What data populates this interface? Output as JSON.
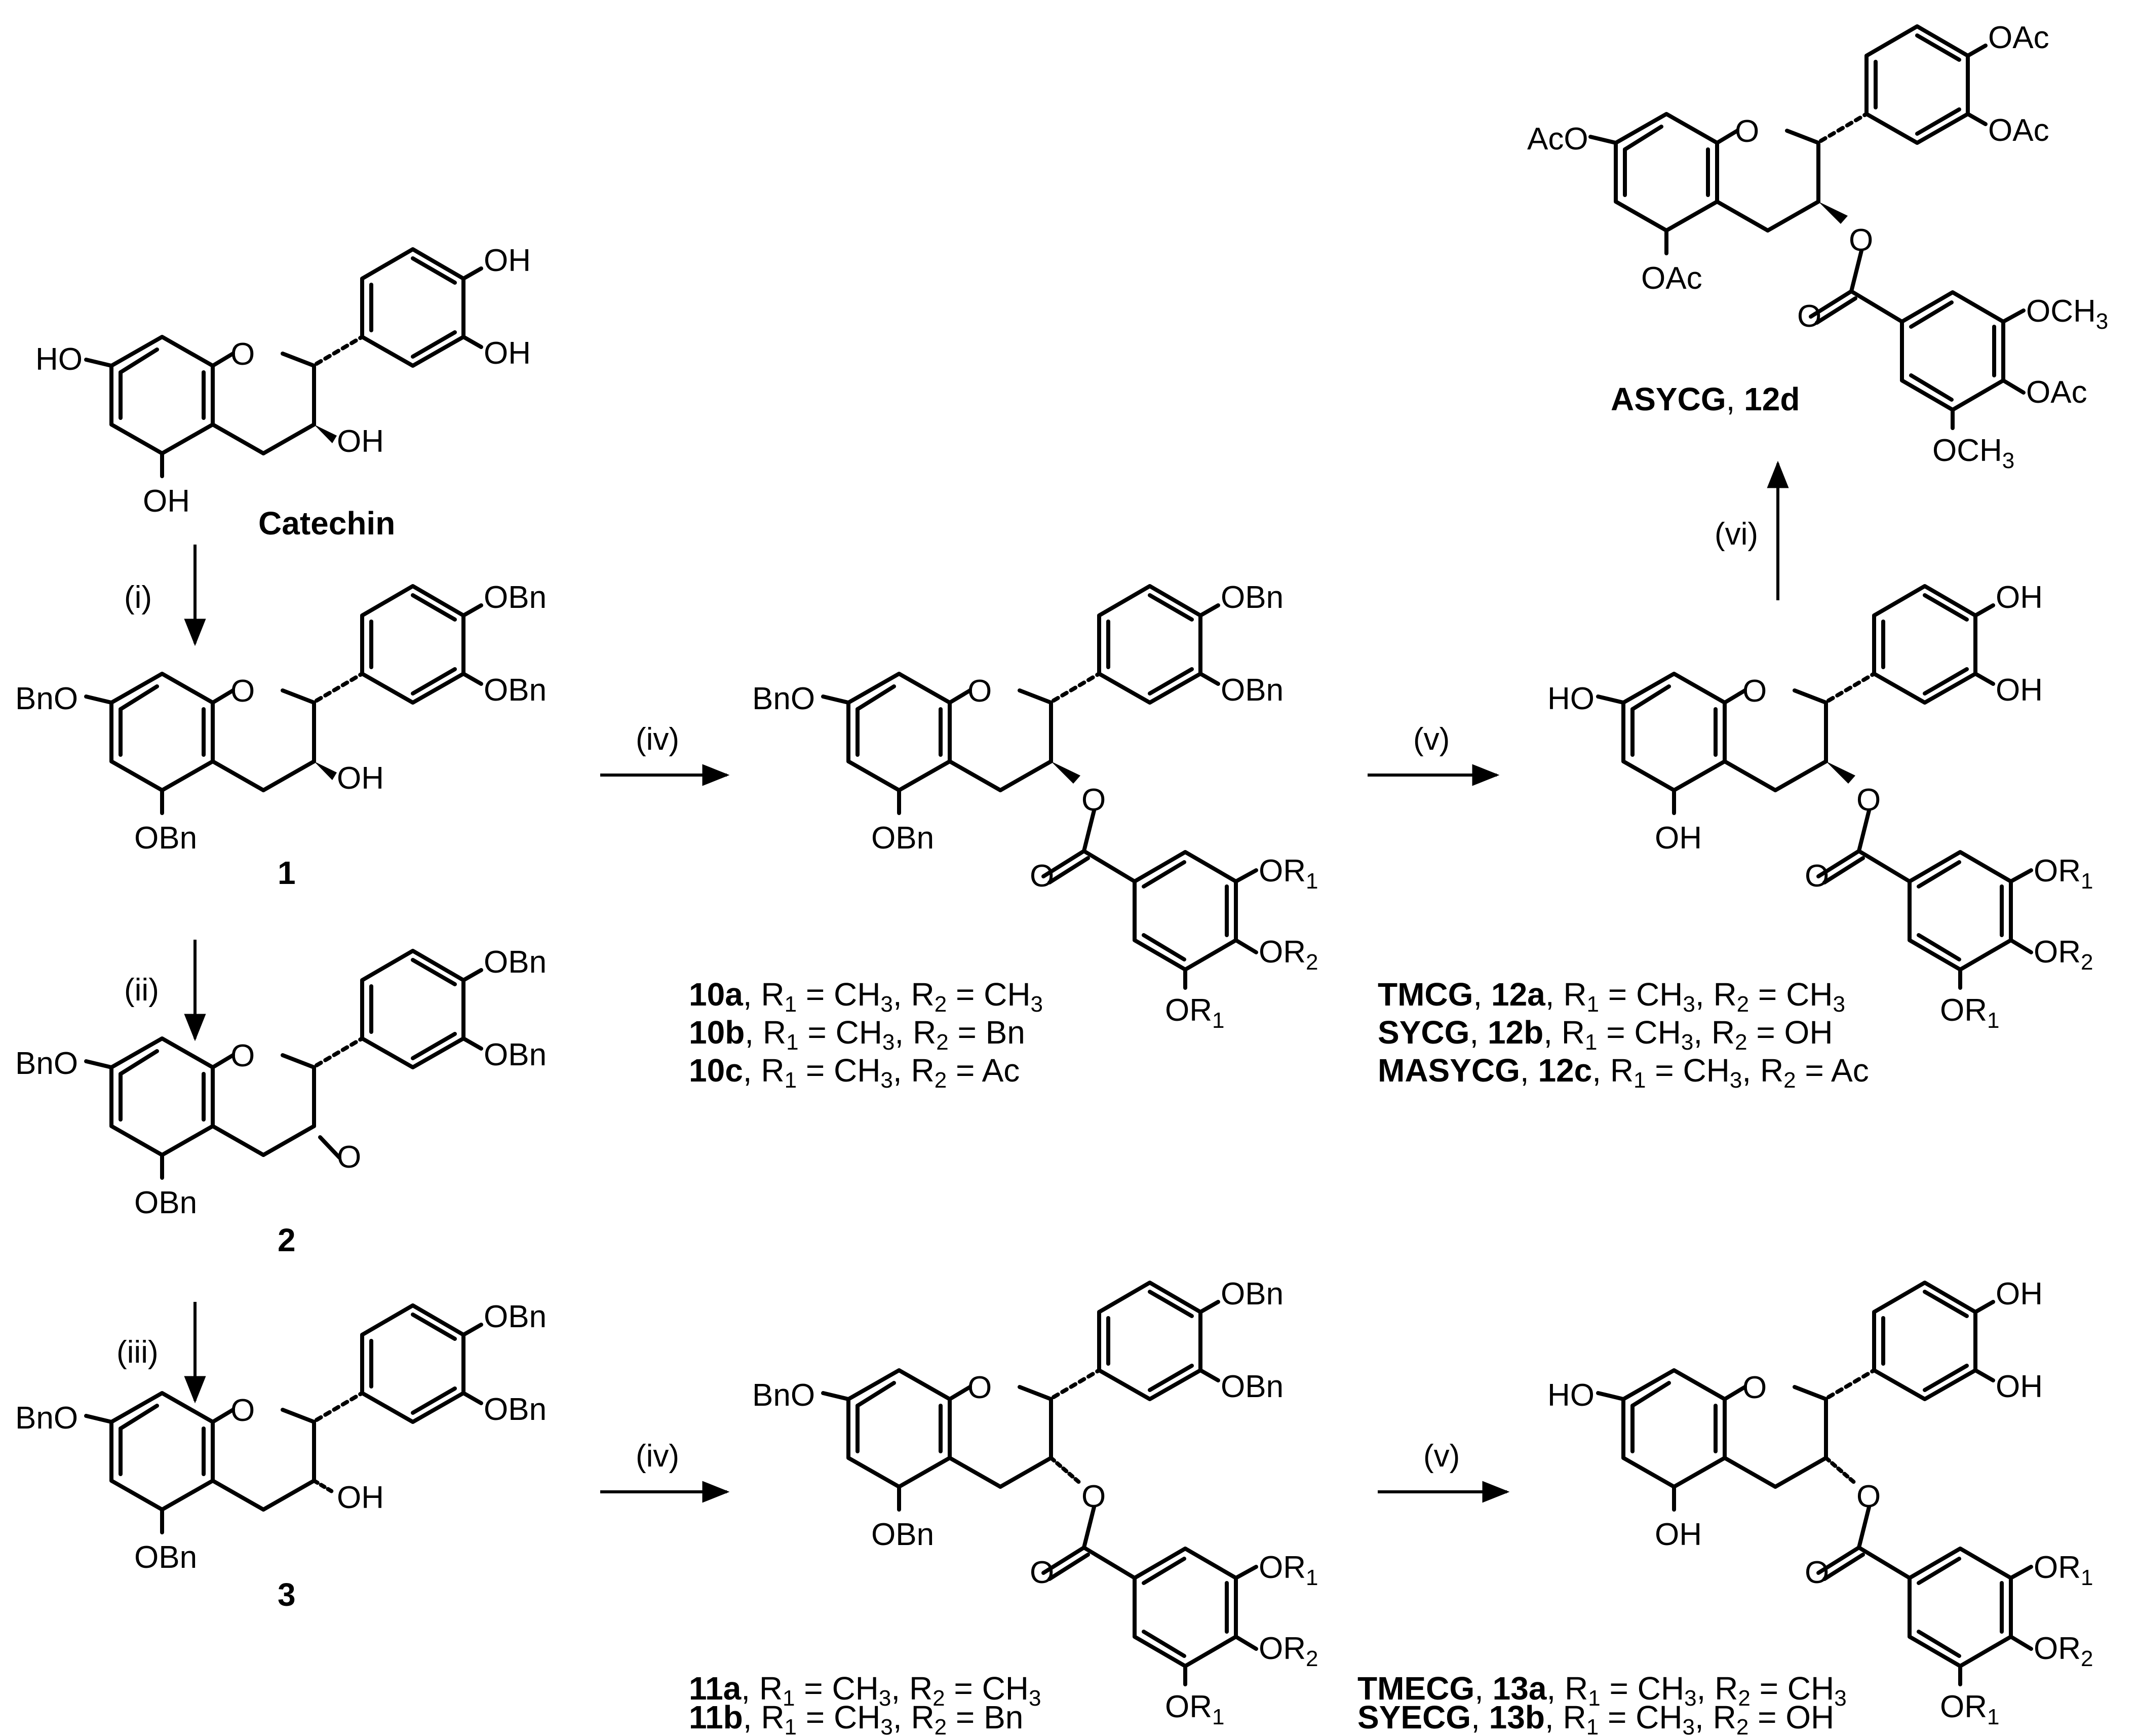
{
  "atoms": {
    "ho": "HO",
    "oh": "OH",
    "o": "O",
    "bno": "BnO",
    "obn": "OBn",
    "or": "OR",
    "r1": "1",
    "r2": "2",
    "aco": "AcO",
    "oac": "OAc",
    "och3": "OCH",
    "three": "3"
  },
  "compounds": {
    "catechin": "Catechin",
    "c1": "1",
    "c2": "2",
    "c3": "3",
    "c10a": "10a",
    "c10b": "10b",
    "c10c": "10c",
    "c11a": "11a",
    "c11b": "11b",
    "tmcg": "TMCG",
    "c12a": "12a",
    "sycg": "SYCG",
    "c12b": "12b",
    "masycg": "MASYCG",
    "c12c": "12c",
    "asycg": "ASYCG",
    "c12d": "12d",
    "tmecg": "TMECG",
    "c13a": "13a",
    "syecg": "SYECG",
    "c13b": "13b"
  },
  "legend": {
    "sep": ", ",
    "r": "R",
    "eq": " = ",
    "ch3": "CH",
    "bn": "Bn",
    "ac": "Ac",
    "oh": "OH"
  },
  "conditions": {
    "i": "(i)",
    "ii": "(ii)",
    "iii": "(iii)",
    "iv_top": "(iv)",
    "iv_bottom": "(iv)",
    "v_top": "(v)",
    "v_bottom": "(v)",
    "vi": "(vi)"
  }
}
